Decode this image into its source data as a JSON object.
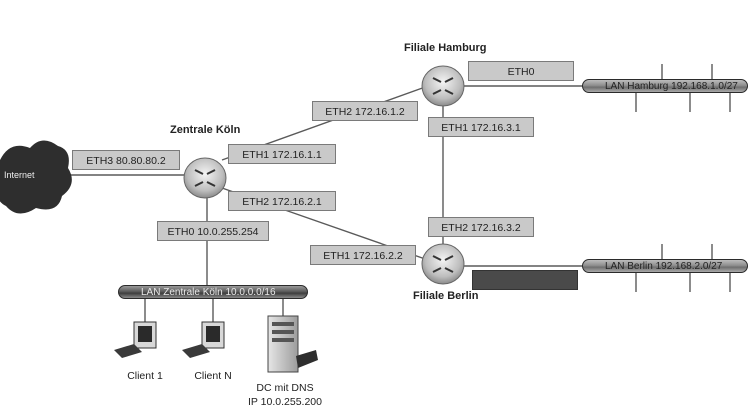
{
  "internet": {
    "label": "Internet"
  },
  "koeln": {
    "name": "Zentrale Köln",
    "eth3": "ETH3 80.80.80.2",
    "eth1": "ETH1 172.16.1.1",
    "eth2": "ETH2 172.16.2.1",
    "eth0": "ETH0 10.0.255.254",
    "lan": "LAN Zentrale Köln 10.0.0.0/16",
    "clients": [
      {
        "label": "Client 1"
      },
      {
        "label": "Client N"
      }
    ],
    "server": {
      "line1": "DC mit DNS",
      "line2": "IP 10.0.255.200"
    }
  },
  "hamburg": {
    "name": "Filiale Hamburg",
    "eth0": "ETH0",
    "eth2": "ETH2 172.16.1.2",
    "eth1": "ETH1 172.16.3.1",
    "lan": "LAN Hamburg 192.168.1.0/27"
  },
  "berlin": {
    "name": "Filiale Berlin",
    "eth2": "ETH2 172.16.3.2",
    "eth1": "ETH1 172.16.2.2",
    "lan": "LAN Berlin 192.168.2.0/27"
  },
  "colors": {
    "label_bg": "#c9c9c9",
    "link": "#555555",
    "bus": "#4a4a4a"
  }
}
